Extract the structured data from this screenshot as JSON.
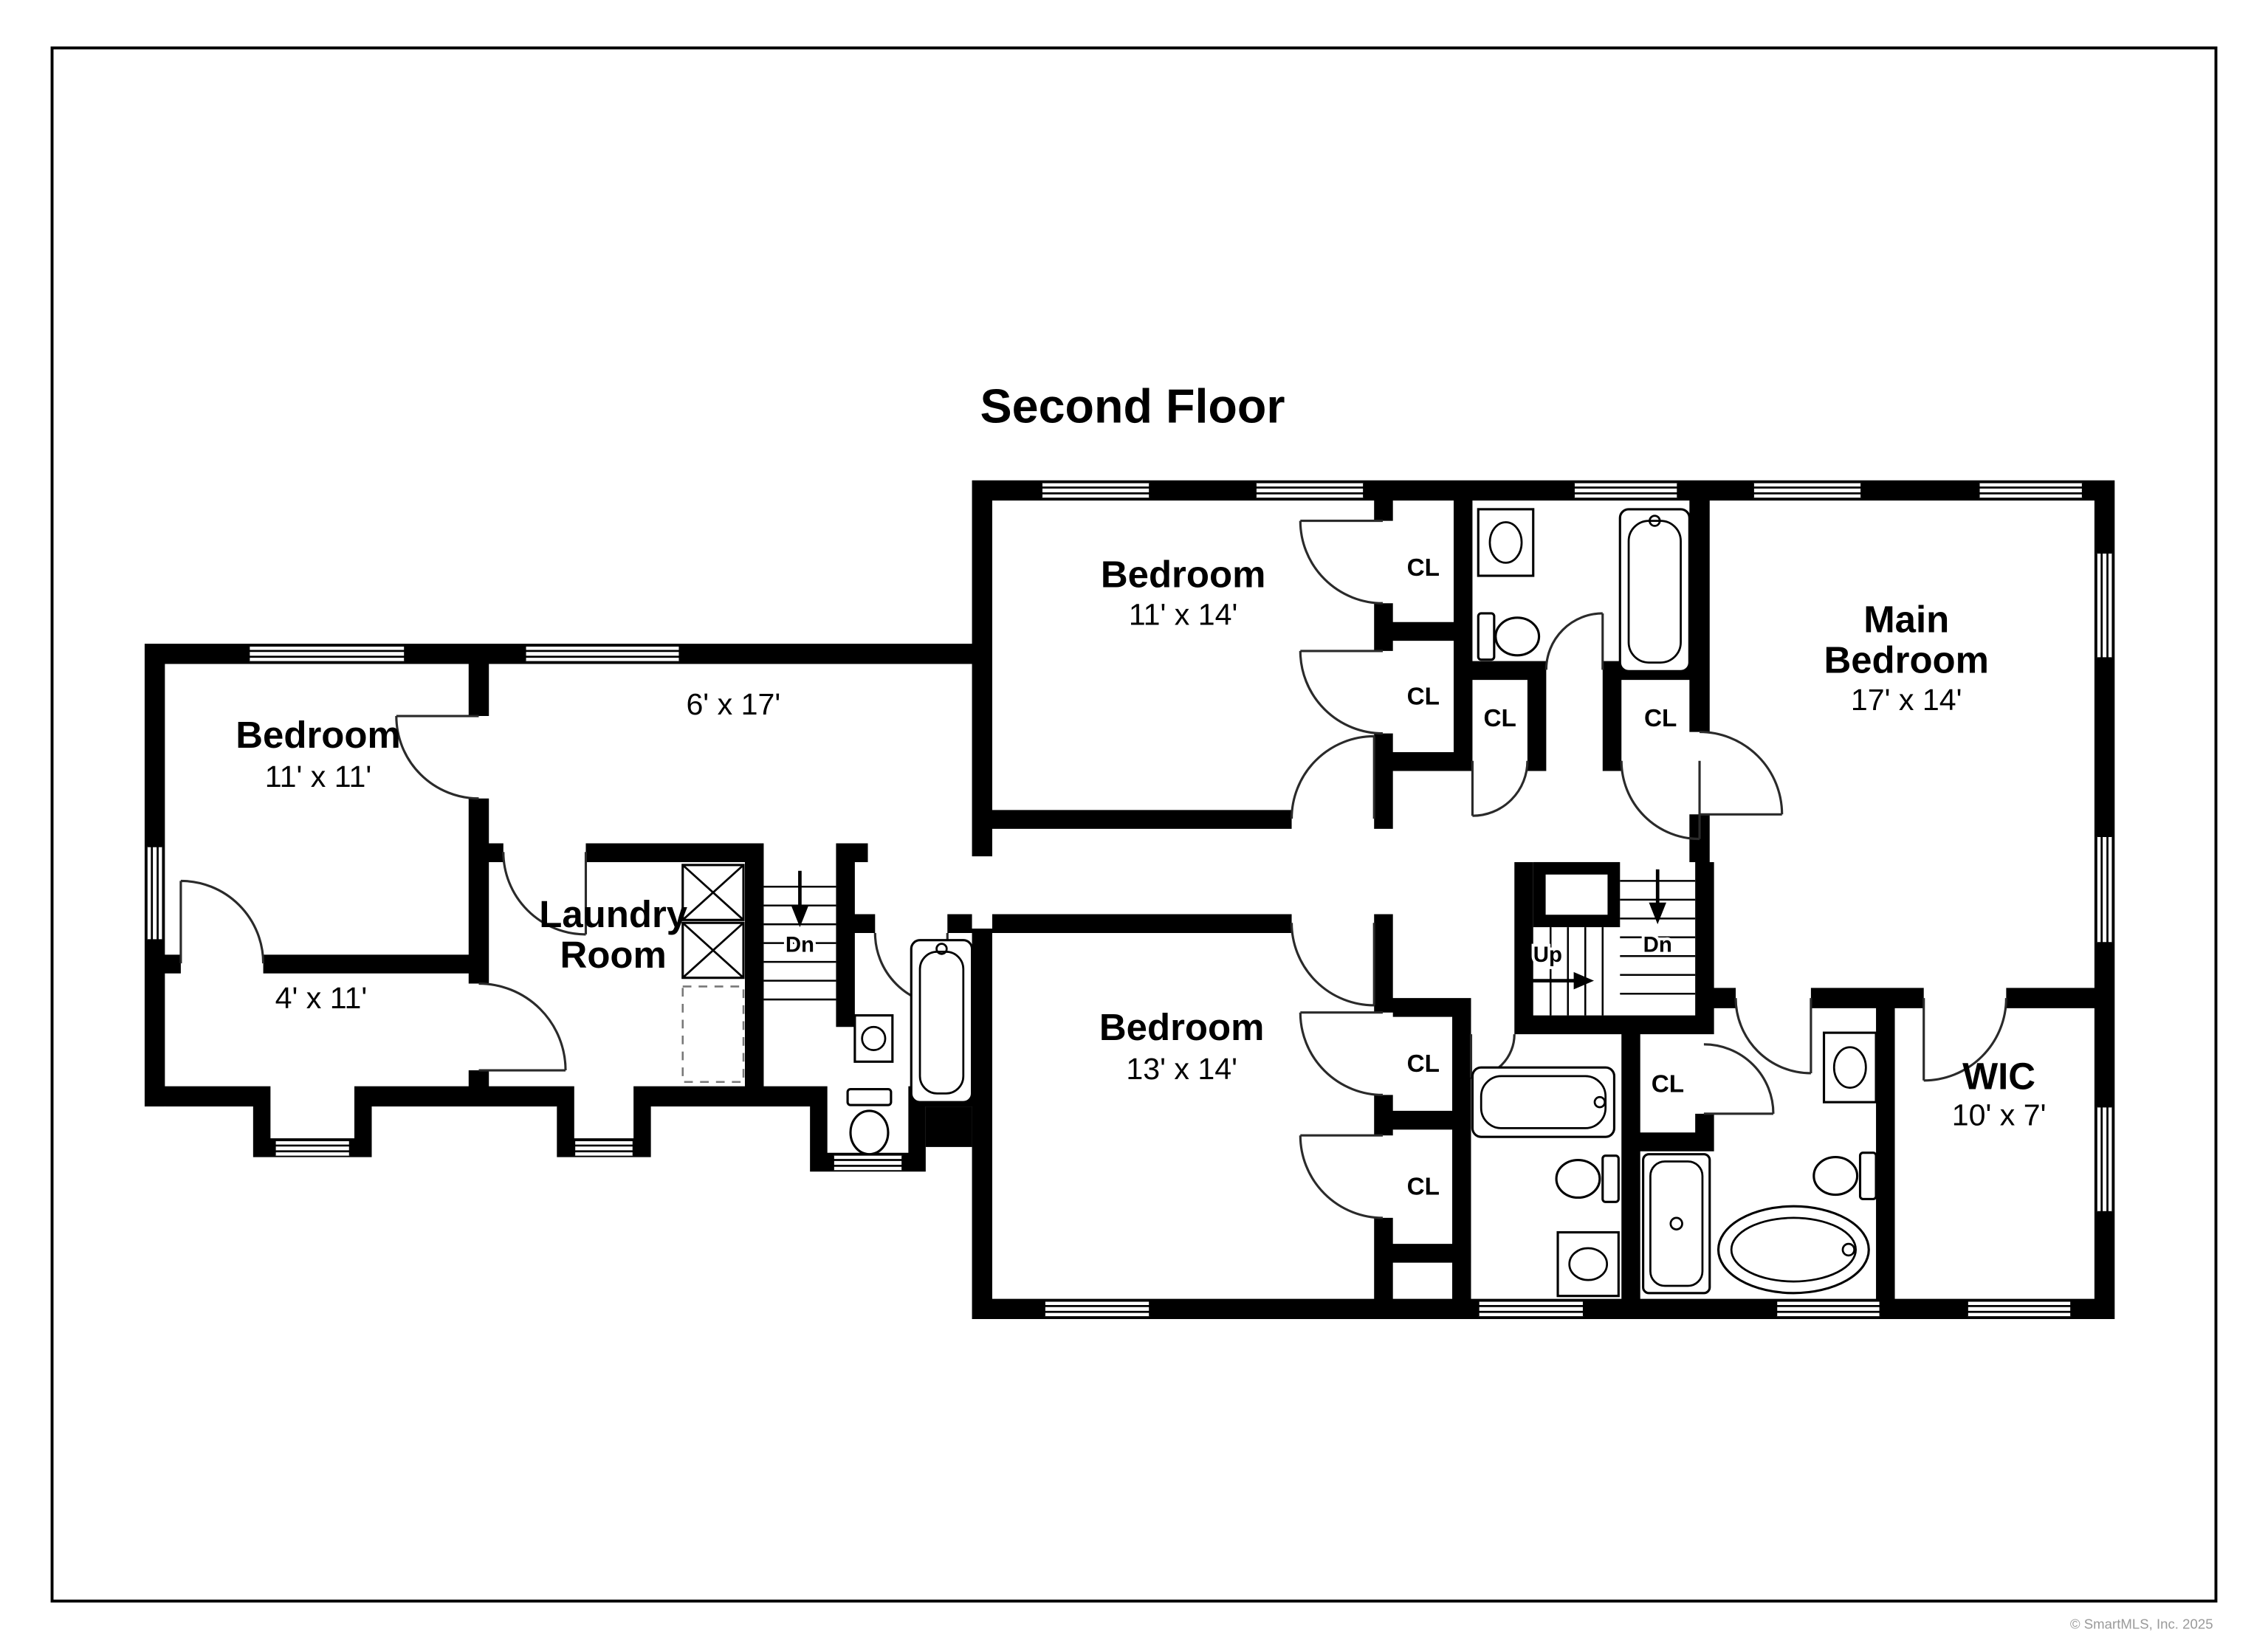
{
  "title": "Second Floor",
  "copyright": "© SmartMLS, Inc. 2025",
  "rooms": {
    "bedroom_left": {
      "name": "Bedroom",
      "dims": "11' x 11'"
    },
    "hall_small": {
      "dims": "4' x 11'"
    },
    "hallway": {
      "dims": "6' x 17'"
    },
    "laundry_room": {
      "name_line1": "Laundry",
      "name_line2": "Room"
    },
    "bedroom_top": {
      "name": "Bedroom",
      "dims": "11' x 14'"
    },
    "main_bedroom": {
      "name_line1": "Main",
      "name_line2": "Bedroom",
      "dims": "17' x 14'"
    },
    "bedroom_bottom": {
      "name": "Bedroom",
      "dims": "13' x 14'"
    },
    "wic": {
      "name": "WIC",
      "dims": "10' x 7'"
    }
  },
  "labels": {
    "closet": "CL",
    "stairs_down": "Dn",
    "stairs_up": "Up"
  }
}
